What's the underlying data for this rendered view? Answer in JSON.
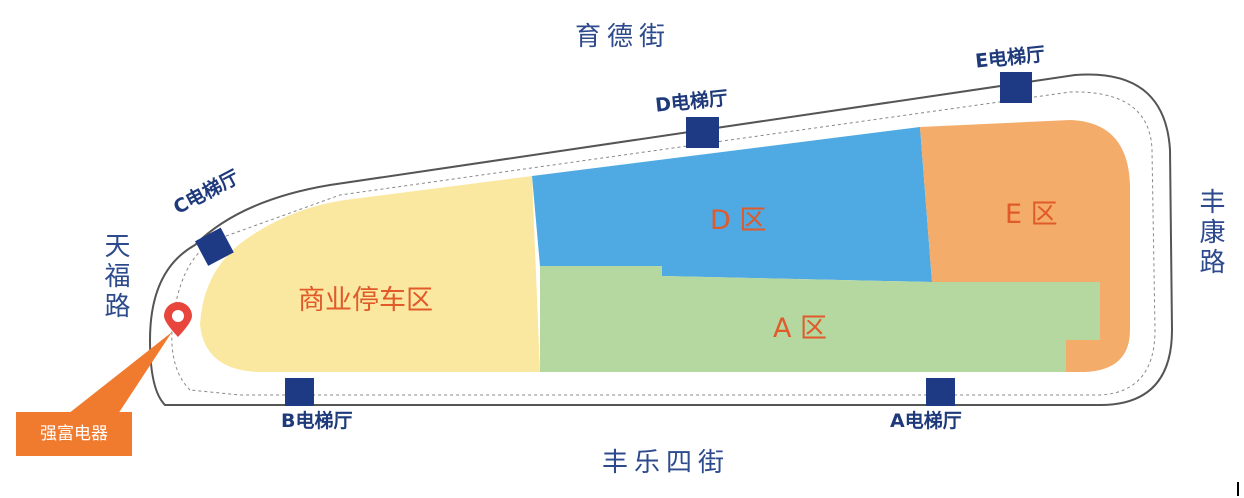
{
  "streets": {
    "north": "育德街",
    "south": "丰乐四街",
    "west": "天福路",
    "east": "丰康路"
  },
  "zones": {
    "commercial": {
      "label": "商业停车区",
      "color": "#fae8a0"
    },
    "d": {
      "label": "D 区",
      "color": "#4fa9e2"
    },
    "a": {
      "label": "A 区",
      "color": "#b5d8a0"
    },
    "e": {
      "label": "E 区",
      "color": "#f4ac6a"
    }
  },
  "elevators": {
    "a": "A电梯厅",
    "b": "B电梯厅",
    "c": "C电梯厅",
    "d": "D电梯厅",
    "e": "E电梯厅"
  },
  "marker": {
    "label": "强富电器",
    "pin_color": "#e8453c",
    "callout_color": "#f07a2e"
  },
  "colors": {
    "elevator_block": "#1f3a85",
    "street_text": "#2d4a8c",
    "zone_text": "#e05a2a",
    "outline": "#555555"
  }
}
